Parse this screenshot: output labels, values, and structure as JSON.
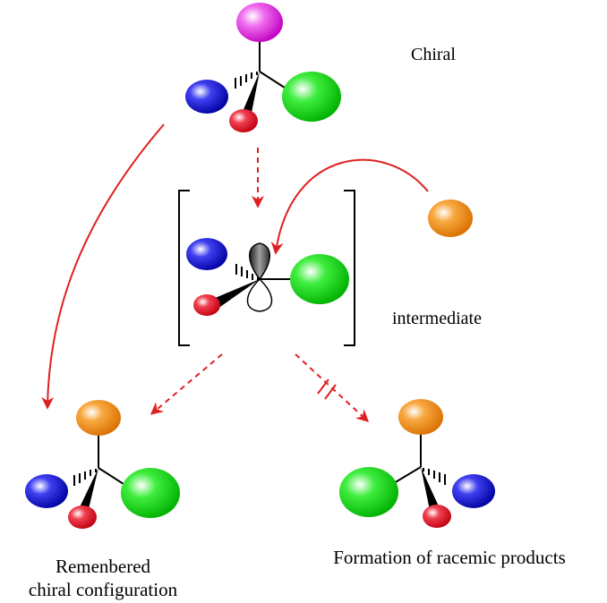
{
  "labels": {
    "top_molecule": "Chiral",
    "intermediate": "intermediate",
    "left_product_line1": "Remenbered",
    "left_product_line2": "chiral configuration",
    "right_product": "Formation of racemic products"
  },
  "colors": {
    "arrow": "#e02020",
    "bond": "#000000",
    "magenta_sphere": "#e040e0",
    "blue_sphere": "#2020d0",
    "green_sphere": "#20d020",
    "red_sphere": "#e02030",
    "orange_sphere": "#f09020"
  }
}
